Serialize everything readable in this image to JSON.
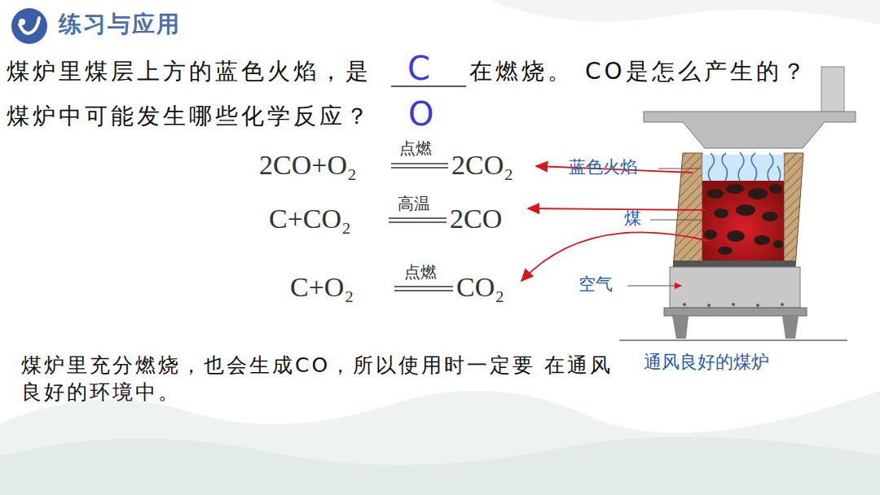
{
  "diagram": {
    "title": "练习与应用",
    "caption": "通风良好的煤炉",
    "labels": [
      "煤炉里煤层上方的蓝色火焰，是",
      "C",
      "在燃烧。",
      "CO是怎么产生的？",
      "煤炉中可能发生哪些化学反应？",
      "O",
      "2CO+O₂",
      "点燃",
      "2CO₂",
      "C+CO₂",
      "高温",
      "2CO",
      "C+O₂",
      "点燃",
      "CO₂",
      "蓝色火焰",
      "煤",
      "空气",
      "煤炉里充分燃烧，也会生成CO，所以使用时一定要 在通风良好的环境中。"
    ]
  }
}
